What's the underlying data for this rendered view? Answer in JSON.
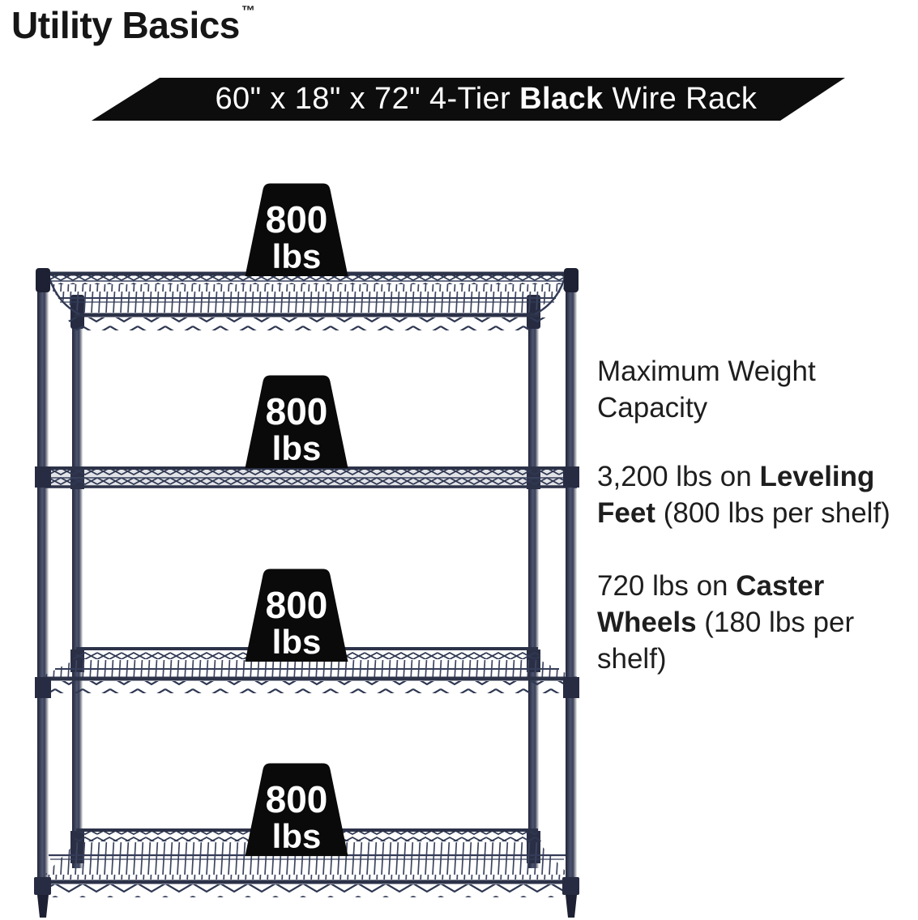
{
  "brand": {
    "name": "Utility Basics",
    "trademark": "™"
  },
  "banner": {
    "prefix": "60\" x 18\" x 72\" 4-Tier ",
    "bold": "Black",
    "suffix": " Wire Rack"
  },
  "badges": [
    {
      "value": "800",
      "unit": "lbs"
    },
    {
      "value": "800",
      "unit": "lbs"
    },
    {
      "value": "800",
      "unit": "lbs"
    },
    {
      "value": "800",
      "unit": "lbs"
    }
  ],
  "info": {
    "heading": "Maximum Weight Capacity",
    "items": [
      {
        "prefix": "3,200 lbs on ",
        "bold": "Leveling Feet",
        "suffix": " (800 lbs per shelf)"
      },
      {
        "prefix": "720 lbs on ",
        "bold": "Caster Wheels",
        "suffix": " (180 lbs per shelf)"
      }
    ]
  },
  "rack": {
    "description": "4-tier black wire shelving rack with leveling feet",
    "tiers": 4
  },
  "colors": {
    "banner_black": "#0d0d0d",
    "badge_black": "#0a0a0a",
    "rack_navy": "#343b54",
    "wire_navy": "#39425e",
    "text_dark": "#1e1e1e",
    "background": "#ffffff"
  }
}
